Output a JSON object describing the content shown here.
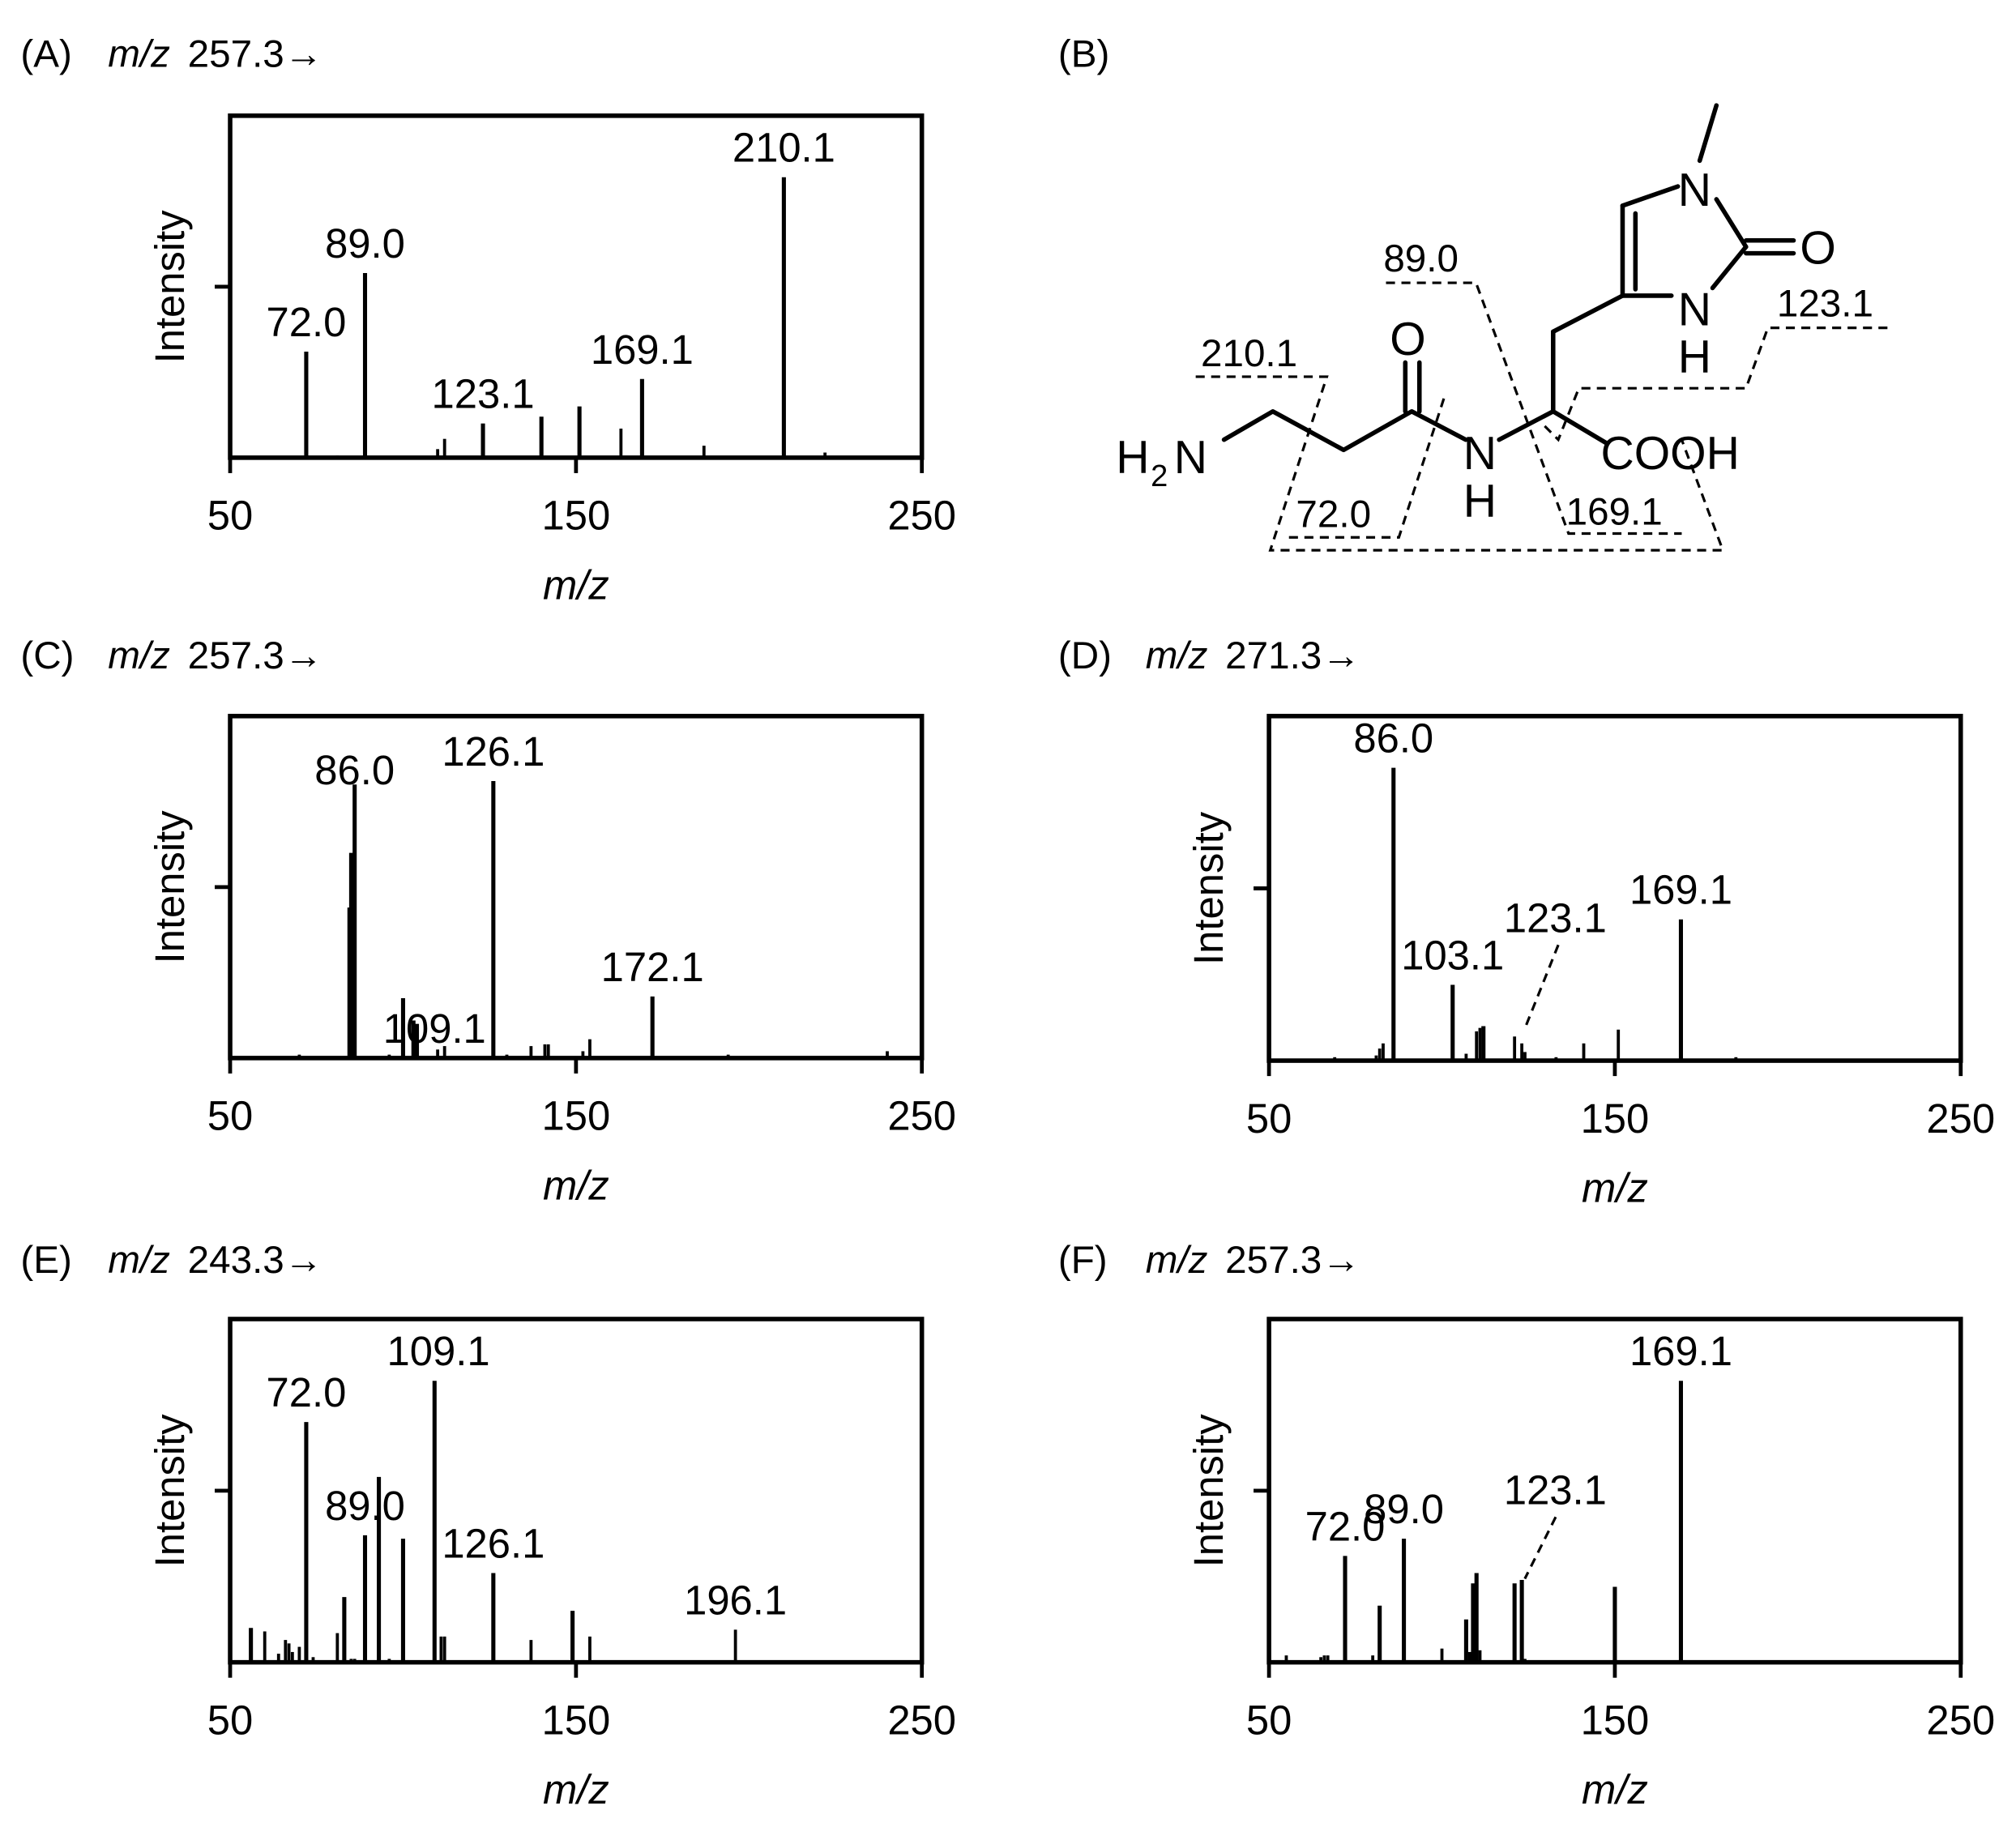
{
  "panels": {
    "A": {
      "letter": "(A)",
      "mz_label": "m/z",
      "precursor": "257.3→"
    },
    "B": {
      "letter": "(B)"
    },
    "C": {
      "letter": "(C)",
      "mz_label": "m/z",
      "precursor": "257.3→"
    },
    "D": {
      "letter": "(D)",
      "mz_label": "m/z",
      "precursor": "271.3→"
    },
    "E": {
      "letter": "(E)",
      "mz_label": "m/z",
      "precursor": "243.3→"
    },
    "F": {
      "letter": "(F)",
      "mz_label": "m/z",
      "precursor": "257.3→"
    }
  },
  "structure": {
    "atoms": {
      "amine_h": "H",
      "amine_sub": "2",
      "amine_n": "N",
      "carbonyl_o": "O",
      "amide_n": "N",
      "amide_h": "H",
      "cooh": "COOH",
      "ring_n_top": "N",
      "ring_nh_n": "N",
      "ring_nh_h": "H",
      "ring_o": "O"
    },
    "fragments": {
      "f210": "210.1",
      "f89": "89.0",
      "f123": "123.1",
      "f72": "72.0",
      "f169": "169.1"
    }
  },
  "chart_data": [
    {
      "type": "bar",
      "panel": "A",
      "xlabel": "m/z",
      "ylabel": "Intensity",
      "xlim": [
        50,
        250
      ],
      "ylim": [
        0,
        100
      ],
      "xticks": [
        50,
        150,
        250
      ],
      "peaks": [
        [
          72.0,
          31
        ],
        [
          81.0,
          0.6
        ],
        [
          89.0,
          54
        ],
        [
          110.0,
          2.5
        ],
        [
          112.0,
          5.5
        ],
        [
          123.1,
          10
        ],
        [
          140.0,
          12
        ],
        [
          151.0,
          15
        ],
        [
          163.0,
          8.5
        ],
        [
          169.1,
          23
        ],
        [
          187.0,
          3.5
        ],
        [
          210.1,
          82
        ],
        [
          222.0,
          1.5
        ]
      ],
      "labels": [
        {
          "x": 72.0,
          "text": "72.0"
        },
        {
          "x": 89.0,
          "text": "89.0"
        },
        {
          "x": 123.1,
          "text": "123.1"
        },
        {
          "x": 169.1,
          "text": "169.1"
        },
        {
          "x": 210.1,
          "text": "210.1"
        }
      ]
    },
    {
      "type": "bar",
      "panel": "C",
      "xlabel": "m/z",
      "ylabel": "Intensity",
      "xlim": [
        50,
        250
      ],
      "ylim": [
        0,
        100
      ],
      "xticks": [
        50,
        150,
        250
      ],
      "peaks": [
        [
          70.0,
          1
        ],
        [
          84.5,
          44
        ],
        [
          85.0,
          60
        ],
        [
          86.0,
          80
        ],
        [
          96.0,
          1
        ],
        [
          100.0,
          17.5
        ],
        [
          103.0,
          11
        ],
        [
          104.0,
          10
        ],
        [
          110.0,
          2.5
        ],
        [
          112.0,
          3.5
        ],
        [
          126.1,
          81
        ],
        [
          130.0,
          1
        ],
        [
          137.0,
          3.5
        ],
        [
          141.0,
          4
        ],
        [
          142.0,
          4
        ],
        [
          152.0,
          2
        ],
        [
          154.0,
          5.5
        ],
        [
          172.1,
          18
        ],
        [
          194.0,
          1
        ],
        [
          240.0,
          2
        ]
      ],
      "labels": [
        {
          "x": 86.0,
          "text": "86.0"
        },
        {
          "x": 109.1,
          "text": "109.1"
        },
        {
          "x": 126.1,
          "text": "126.1"
        },
        {
          "x": 172.1,
          "text": "172.1"
        }
      ]
    },
    {
      "type": "bar",
      "panel": "D",
      "xlabel": "m/z",
      "ylabel": "Intensity",
      "xlim": [
        50,
        250
      ],
      "ylim": [
        0,
        100
      ],
      "xticks": [
        50,
        150,
        250
      ],
      "peaks": [
        [
          69.0,
          1
        ],
        [
          81.0,
          1.5
        ],
        [
          82.0,
          3.5
        ],
        [
          83.0,
          5
        ],
        [
          86.0,
          85
        ],
        [
          103.1,
          22
        ],
        [
          107.0,
          2
        ],
        [
          110.0,
          8.5
        ],
        [
          111.0,
          9.5
        ],
        [
          112.0,
          10
        ],
        [
          121.0,
          7
        ],
        [
          123.1,
          5
        ],
        [
          124.0,
          2.5
        ],
        [
          133.0,
          1
        ],
        [
          141.0,
          5
        ],
        [
          151.0,
          9
        ],
        [
          169.1,
          41
        ],
        [
          185.0,
          1
        ]
      ],
      "labels": [
        {
          "x": 86.0,
          "text": "86.0"
        },
        {
          "x": 103.1,
          "text": "103.1"
        },
        {
          "x": 123.1,
          "text": "123.1"
        },
        {
          "x": 169.1,
          "text": "169.1"
        }
      ]
    },
    {
      "type": "bar",
      "panel": "E",
      "xlabel": "m/z",
      "ylabel": "Intensity",
      "xlim": [
        50,
        250
      ],
      "ylim": [
        0,
        100
      ],
      "xticks": [
        50,
        150,
        250
      ],
      "peaks": [
        [
          56.0,
          10
        ],
        [
          60.0,
          9
        ],
        [
          64.0,
          2.5
        ],
        [
          66.0,
          6.5
        ],
        [
          67.0,
          5.5
        ],
        [
          68.0,
          3
        ],
        [
          70.0,
          4.5
        ],
        [
          72.0,
          70
        ],
        [
          74.0,
          1.5
        ],
        [
          81.0,
          8.5
        ],
        [
          83.0,
          19
        ],
        [
          85.0,
          1
        ],
        [
          86.0,
          1
        ],
        [
          89.0,
          37
        ],
        [
          93.0,
          54
        ],
        [
          96.0,
          1
        ],
        [
          100.0,
          36
        ],
        [
          109.1,
          82
        ],
        [
          111.0,
          7.5
        ],
        [
          112.0,
          7.5
        ],
        [
          126.1,
          26
        ],
        [
          137.0,
          6.5
        ],
        [
          149.0,
          15
        ],
        [
          154.0,
          7.5
        ],
        [
          196.1,
          9.5
        ]
      ],
      "labels": [
        {
          "x": 72.0,
          "text": "72.0"
        },
        {
          "x": 89.0,
          "text": "89.0"
        },
        {
          "x": 109.1,
          "text": "109.1"
        },
        {
          "x": 126.1,
          "text": "126.1"
        },
        {
          "x": 196.1,
          "text": "196.1"
        }
      ]
    },
    {
      "type": "bar",
      "panel": "F",
      "xlabel": "m/z",
      "ylabel": "Intensity",
      "xlim": [
        50,
        250
      ],
      "ylim": [
        0,
        100
      ],
      "xticks": [
        50,
        150,
        250
      ],
      "peaks": [
        [
          55.0,
          2
        ],
        [
          65.0,
          1.5
        ],
        [
          66.0,
          2
        ],
        [
          67.0,
          2
        ],
        [
          72.0,
          31
        ],
        [
          80.0,
          2
        ],
        [
          82.0,
          16.5
        ],
        [
          89.0,
          36
        ],
        [
          100.0,
          4
        ],
        [
          107.0,
          12.5
        ],
        [
          108.0,
          3
        ],
        [
          109.0,
          23
        ],
        [
          110.0,
          26
        ],
        [
          111.0,
          3.5
        ],
        [
          121.0,
          23
        ],
        [
          123.1,
          24
        ],
        [
          124.0,
          1
        ],
        [
          150.0,
          22
        ],
        [
          169.1,
          82
        ]
      ],
      "labels": [
        {
          "x": 72.0,
          "text": "72.0"
        },
        {
          "x": 89.0,
          "text": "89.0"
        },
        {
          "x": 123.1,
          "text": "123.1"
        },
        {
          "x": 169.1,
          "text": "169.1"
        }
      ]
    }
  ]
}
